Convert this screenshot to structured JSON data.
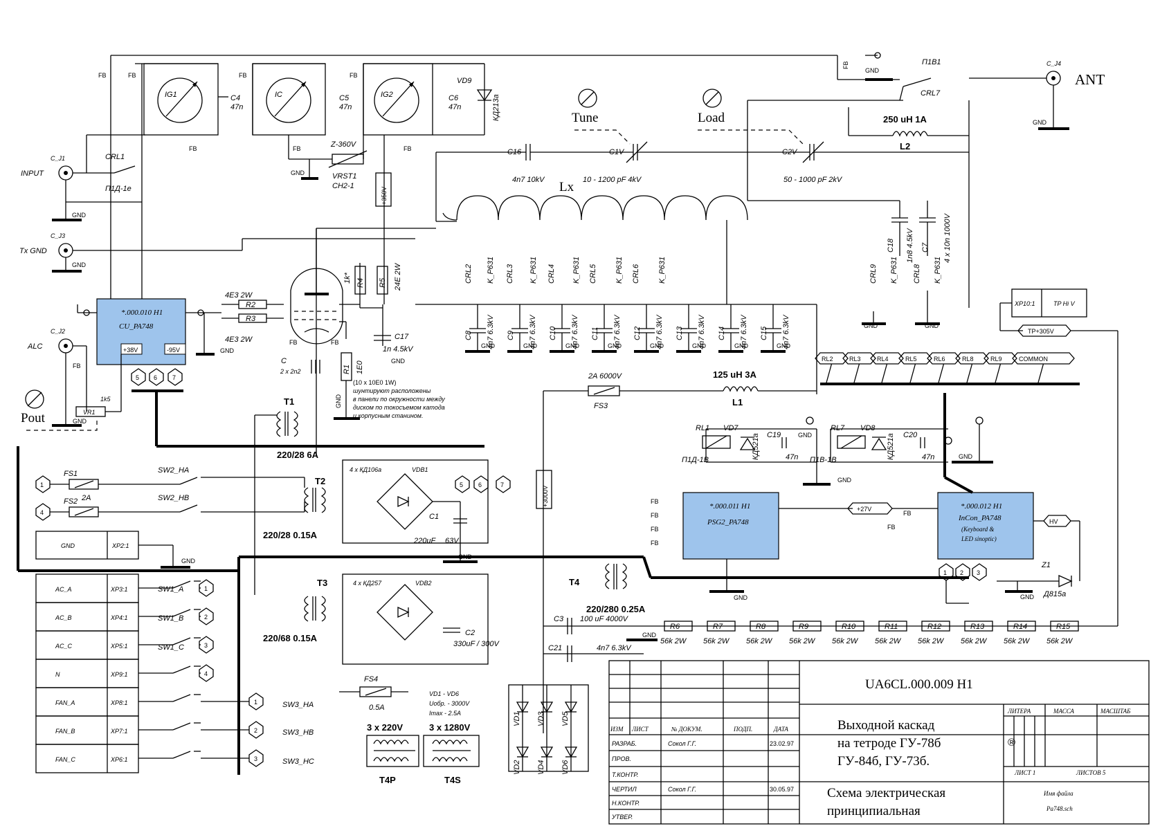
{
  "title_block": {
    "doc_number": "UA6CL.000.009 H1",
    "title_lines": [
      "Выходной каскад",
      "на тетроде ГУ-78б",
      "ГУ-84б, ГУ-73б."
    ],
    "subtitle_lines": [
      "Схема электрическая",
      "принципиальная"
    ],
    "col_headers": [
      "ИЗМ",
      "ЛИСТ",
      "№ ДОКУМ.",
      "ПОДП.",
      "ДАТА"
    ],
    "rows": [
      {
        "role": "РАЗРАБ.",
        "name": "Сокол Г.Г.",
        "date": "23.02.97"
      },
      {
        "role": "ПРОВ.",
        "name": "",
        "date": ""
      },
      {
        "role": "Т.КОНТР.",
        "name": "",
        "date": ""
      },
      {
        "role": "ЧЕРТИЛ",
        "name": "Сокол Г.Г.",
        "date": "30.05.97"
      },
      {
        "role": "Н.КОНТР.",
        "name": "",
        "date": ""
      },
      {
        "role": "УТВЕР.",
        "name": "",
        "date": ""
      }
    ],
    "litera": "ЛИТЕРА",
    "massa": "МАССА",
    "masshtab": "МАСШТАБ",
    "mark": "®",
    "sheet": "ЛИСТ 1",
    "sheets": "ЛИСТОВ 5",
    "file_label": "Имя файла",
    "file_name": "Pa748.sch"
  },
  "modules": [
    {
      "ref": "*.000.010 H1",
      "name": "CU_PA748"
    },
    {
      "ref": "*.000.011 H1",
      "name": "PSG2_PA748"
    },
    {
      "ref": "*.000.012 H1",
      "name": "InCon_PA748",
      "extra": [
        "(Keyboard &",
        "LED sinoptic)"
      ]
    }
  ],
  "module_pins": {
    "p38": "+38V",
    "m95": "-95V"
  },
  "meters": [
    "IG1",
    "IC",
    "IG2"
  ],
  "connectors": {
    "ant": "ANT",
    "cj4": "C_J4",
    "cj1": "C_J1",
    "cj3": "C_J3",
    "cj2": "C_J2",
    "input": "INPUT",
    "txgnd": "Tx GND",
    "alc": "ALC"
  },
  "controls": {
    "tune": "Tune",
    "load": "Load",
    "pout": "Pout"
  },
  "capacitors": [
    {
      "ref": "C4",
      "val": "47n"
    },
    {
      "ref": "C5",
      "val": "47n"
    },
    {
      "ref": "C6",
      "val": "47n"
    },
    {
      "ref": "C16",
      "val": "4n7 10kV"
    },
    {
      "ref": "C1V",
      "val": "10 - 1200 pF 4kV"
    },
    {
      "ref": "C2V",
      "val": "50 - 1000 pF 2kV"
    },
    {
      "ref": "C17",
      "val": "1n 4.5kV"
    },
    {
      "ref": "C18",
      "val": "1n8 4.5kV"
    },
    {
      "ref": "C7",
      "val": "4 x 10n 1000V"
    },
    {
      "ref": "C",
      "val": "2 x 2n2"
    },
    {
      "ref": "C19",
      "val": "47n"
    },
    {
      "ref": "C20",
      "val": "47n"
    },
    {
      "ref": "C1",
      "val": "220uF"
    },
    {
      "ref": "C1v",
      "val": "63V"
    },
    {
      "ref": "C2",
      "val": "330uF / 300V"
    },
    {
      "ref": "C3",
      "val": "100 uF 4000V"
    },
    {
      "ref": "C21",
      "val": "4n7 6.3kV"
    }
  ],
  "bank_caps": [
    "C8",
    "C9",
    "C10",
    "C11",
    "C12",
    "C13",
    "C14",
    "C15"
  ],
  "bank_cap_val": "4n7 6.3kV",
  "relays": [
    "CRL2",
    "CRL3",
    "CRL4",
    "CRL5",
    "CRL6",
    "CRL8",
    "CRL9"
  ],
  "relay_type": "K_P631",
  "labels": {
    "fb": "FB",
    "gnd": "GND",
    "vd9": "VD9",
    "kd213a": "КД213а",
    "z360": "Z-360V",
    "vrst1": "VRST1",
    "sn2": "СН2-1",
    "p350": "+350V",
    "crl1": "CRL1",
    "p1d1e": "П1Д-1е",
    "p1v1": "П1В1",
    "crl7": "CRL7",
    "l2": "L2",
    "l2val": "250 uH 1A",
    "lx": "Lx",
    "r4": "R4",
    "r4v": "1k*",
    "r5": "R5",
    "r5v": "24E 2W",
    "r1": "R1",
    "r1v": "1E0",
    "r1note": "(10 x 10E0 1W)",
    "note": [
      "шунтируют расположены",
      "в панели по окружности между",
      "диском по токосъемом катода",
      "и корпусным станином."
    ],
    "r2": "R2",
    "r3": "R3",
    "r2v": "4E3 2W",
    "r3v": "4E3 2W",
    "vr1": "VR1",
    "vr1v": "1k5",
    "t1": "T1",
    "t1v": "220/28 6A",
    "t2": "T2",
    "t2v": "220/28 0.15A",
    "t3": "T3",
    "t3v": "220/68 0.15A",
    "t4": "T4",
    "t4v": "220/280 0.25A",
    "vdb1": "VDB1",
    "vdb1t": "4 x КД106а",
    "vdb2": "VDB2",
    "vdb2t": "4 x КД257",
    "fs1": "FS1",
    "fs1v": "2A",
    "fs2": "FS2",
    "fs3": "FS3",
    "fs3v": "2A 6000V",
    "fs4": "FS4",
    "fs4v": "0.5A",
    "l1": "L1",
    "l1v": "125 uH 3A",
    "rl1": "RL1",
    "rl7": "RL7",
    "vd7": "VD7",
    "vd8": "VD8",
    "kd521": "КД521а",
    "p1d1v": "П1Д-1В",
    "p1v1v": "П1В-1В",
    "p27": "+27V",
    "hv": "HV",
    "p3000": "+3000V",
    "z1": "Z1",
    "d815": "Д815а",
    "xp10": "XP10:1",
    "tphi": "TP Hi V",
    "tp305": "TP+305V",
    "vdlist": "VD1 - VD6",
    "uobr": "Uобр. - 3000V",
    "imax": "Imax  - 2.5A",
    "t4p": "T4P",
    "t4s": "T4S",
    "t4pv": "3 x 220V",
    "t4sv": "3 x 1280V",
    "sw2ha": "SW2_HA",
    "sw2hb": "SW2_HB",
    "sw1a": "SW1_A",
    "sw1b": "SW1_B",
    "sw1c": "SW1_C",
    "sw3ha": "SW3_HA",
    "sw3hb": "SW3_HB",
    "sw3hc": "SW3_HC"
  },
  "bus_tags": [
    "RL2",
    "RL3",
    "RL4",
    "RL5",
    "RL6",
    "RL8",
    "RL9",
    "COMMON"
  ],
  "hv_resistors": [
    "R6",
    "R7",
    "R8",
    "R9",
    "R10",
    "R11",
    "R12",
    "R13",
    "R14",
    "R15"
  ],
  "hv_res_val": "56k 2W",
  "vd_stack": [
    "VD1",
    "VD3",
    "VD5",
    "VD2",
    "VD4",
    "VD6"
  ],
  "ac_table": [
    {
      "name": "GND",
      "pin": "XP2:1"
    },
    {
      "name": "AC_A",
      "pin": "XP3:1"
    },
    {
      "name": "AC_B",
      "pin": "XP4:1"
    },
    {
      "name": "AC_C",
      "pin": "XP5:1"
    },
    {
      "name": "N",
      "pin": "XP9:1"
    },
    {
      "name": "FAN_A",
      "pin": "XP8:1"
    },
    {
      "name": "FAN_B",
      "pin": "XP7:1"
    },
    {
      "name": "FAN_C",
      "pin": "XP6:1"
    }
  ],
  "hex_nums": [
    "1",
    "2",
    "3",
    "4",
    "5",
    "6",
    "7"
  ]
}
